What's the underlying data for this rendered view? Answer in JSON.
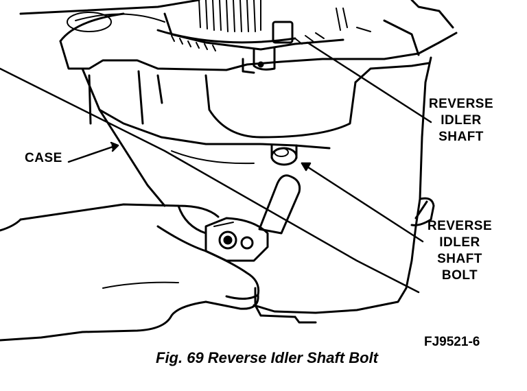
{
  "labels": {
    "case": "CASE",
    "reverse_idler_shaft": [
      "REVERSE",
      "IDLER",
      "SHAFT"
    ],
    "reverse_idler_shaft_bolt": [
      "REVERSE",
      "IDLER",
      "SHAFT",
      "BOLT"
    ]
  },
  "figure_code": "FJ9521-6",
  "caption": "Fig. 69 Reverse Idler Shaft Bolt"
}
